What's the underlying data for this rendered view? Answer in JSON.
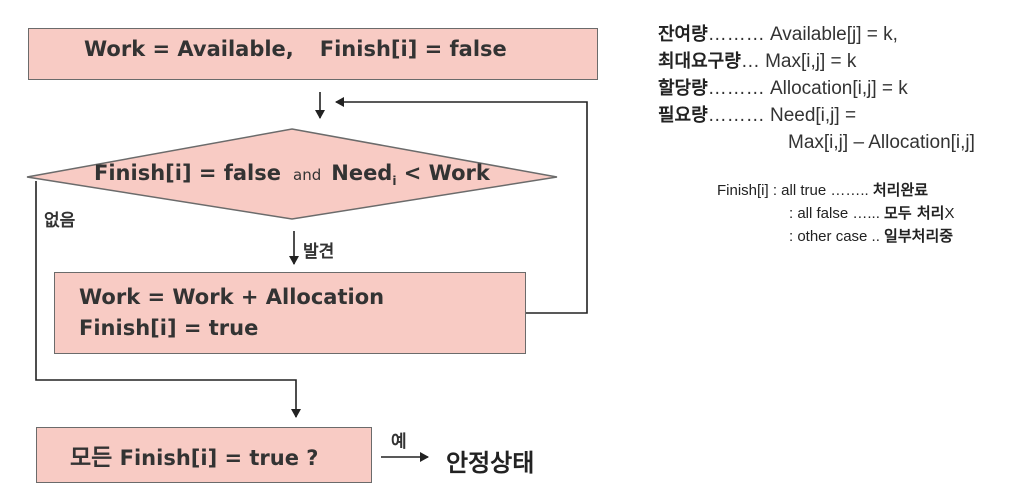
{
  "flow": {
    "init_work": "Work = Available,",
    "init_finish": "Finish[i] = false",
    "cond_a": "Finish[i] = false",
    "cond_and": "and",
    "cond_need": "Need",
    "cond_sub": "i",
    "cond_rest": " < Work",
    "label_none": "없음",
    "label_found": "발견",
    "update_line1": "Work = Work + Allocation",
    "update_line2": "Finish[i] = true",
    "final_ko": "모든",
    "final_rest": " Finish[i] = true ?",
    "label_yes": "예",
    "safe_state": "안정상태"
  },
  "definitions": [
    {
      "term": "잔여량",
      "expr": "……… Available[j] = k,"
    },
    {
      "term": "최대요구량",
      "expr": "… Max[i,j] = k"
    },
    {
      "term": "할당량",
      "expr": "……… Allocation[i,j] = k"
    },
    {
      "term": "필요량",
      "expr": "……… Need[i,j] ="
    }
  ],
  "definition_cont": "Max[i,j] – Allocation[i,j]",
  "finish_cases": [
    {
      "prefix": "Finish[i] : all true …….. ",
      "result": "처리완료",
      "suffix": ""
    },
    {
      "prefix": ": all false …... ",
      "result": "모두 처리",
      "suffix": "X"
    },
    {
      "prefix": ": other case .. ",
      "result": "일부처리중",
      "suffix": ""
    }
  ]
}
